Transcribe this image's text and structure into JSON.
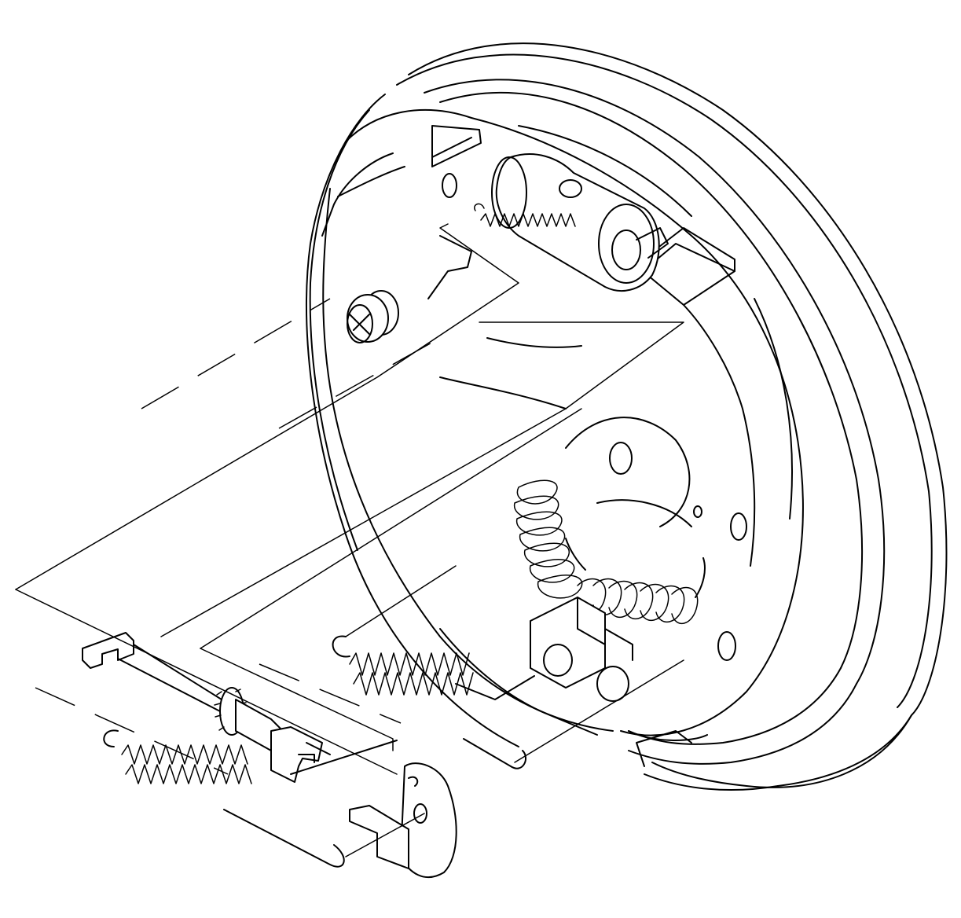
{
  "diagram": {
    "stroke_color": "#000000",
    "background_color": "#ffffff",
    "parts": [
      {
        "name": "brake-drum",
        "icon": "drum-outline"
      },
      {
        "name": "backing-plate",
        "icon": "plate-outline"
      },
      {
        "name": "wheel-cylinder",
        "icon": "cylinder-outline"
      },
      {
        "name": "brake-shoe-upper",
        "icon": "shoe-outline"
      },
      {
        "name": "brake-shoe-lower",
        "icon": "shoe-outline"
      },
      {
        "name": "hold-down-spring",
        "icon": "coil-outline"
      },
      {
        "name": "parking-brake-spring",
        "icon": "coil-outline"
      },
      {
        "name": "adjuster-assembly",
        "icon": "adjuster-outline"
      },
      {
        "name": "upper-return-spring",
        "icon": "coil-outline"
      },
      {
        "name": "lower-return-spring",
        "icon": "coil-outline"
      },
      {
        "name": "adjuster-lever",
        "icon": "lever-outline"
      }
    ]
  }
}
